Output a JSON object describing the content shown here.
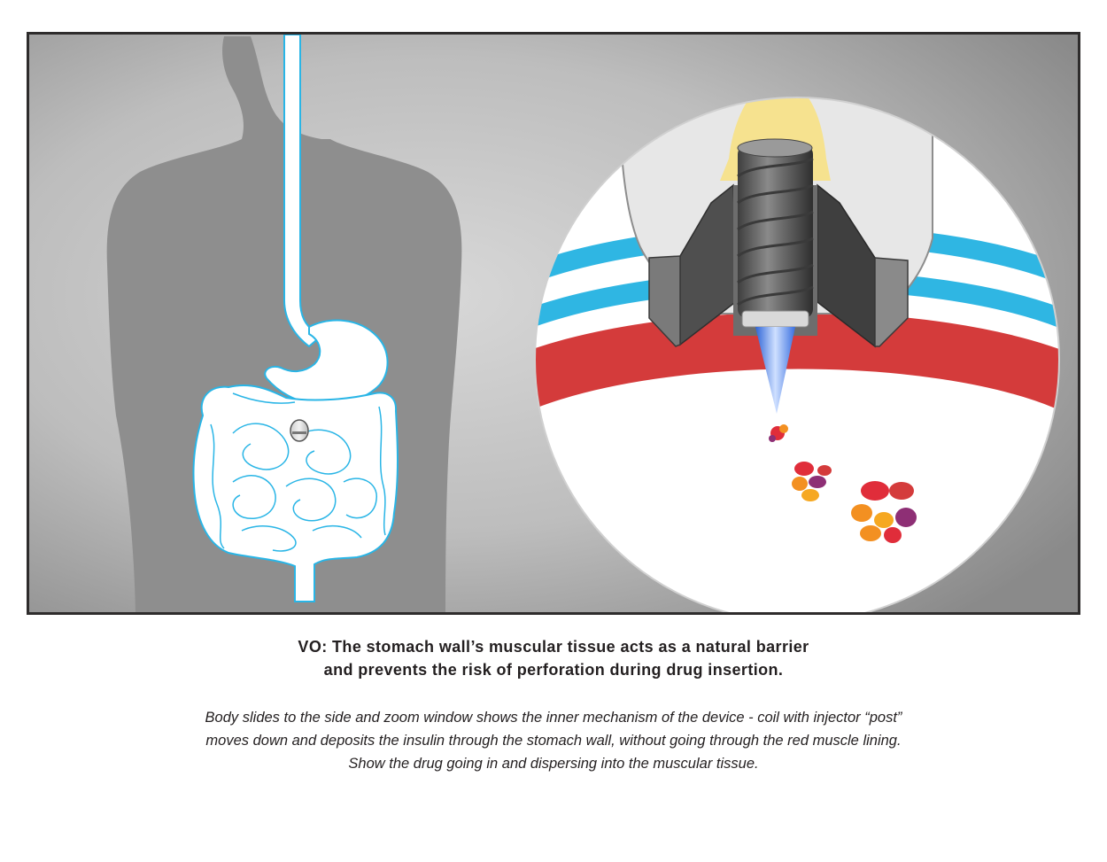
{
  "vo": {
    "line1": "VO: The stomach wall’s muscular tissue acts as a natural barrier",
    "line2": "and prevents the risk of perforation during drug insertion."
  },
  "description": {
    "line1": "Body slides to the side and zoom window shows the inner mechanism of the device - coil with injector “post”",
    "line2": "moves down and deposits the insulin through the stomach wall, without going through the red muscle lining.",
    "line3": "Show the drug going in and dispersing into the muscular tissue."
  },
  "colors": {
    "frame_border": "#2e2c2c",
    "background_gray": "#a9a9a9",
    "body_silhouette": "#8f8f8f",
    "gut_outline": "#29b5e6",
    "mucosa_blue": "#2fb6e3",
    "muscle_red": "#d43b3b",
    "device_gray": "#6d6d6d",
    "drug_core": "#f6e28f",
    "needle_blue": "#5a8fe6",
    "drug_particles": [
      "#e02d3a",
      "#f39021",
      "#8e2f75"
    ]
  },
  "icons": {
    "capsule": "capsule-device-icon",
    "coil": "coil-spring-icon",
    "needle": "injector-post-icon"
  }
}
